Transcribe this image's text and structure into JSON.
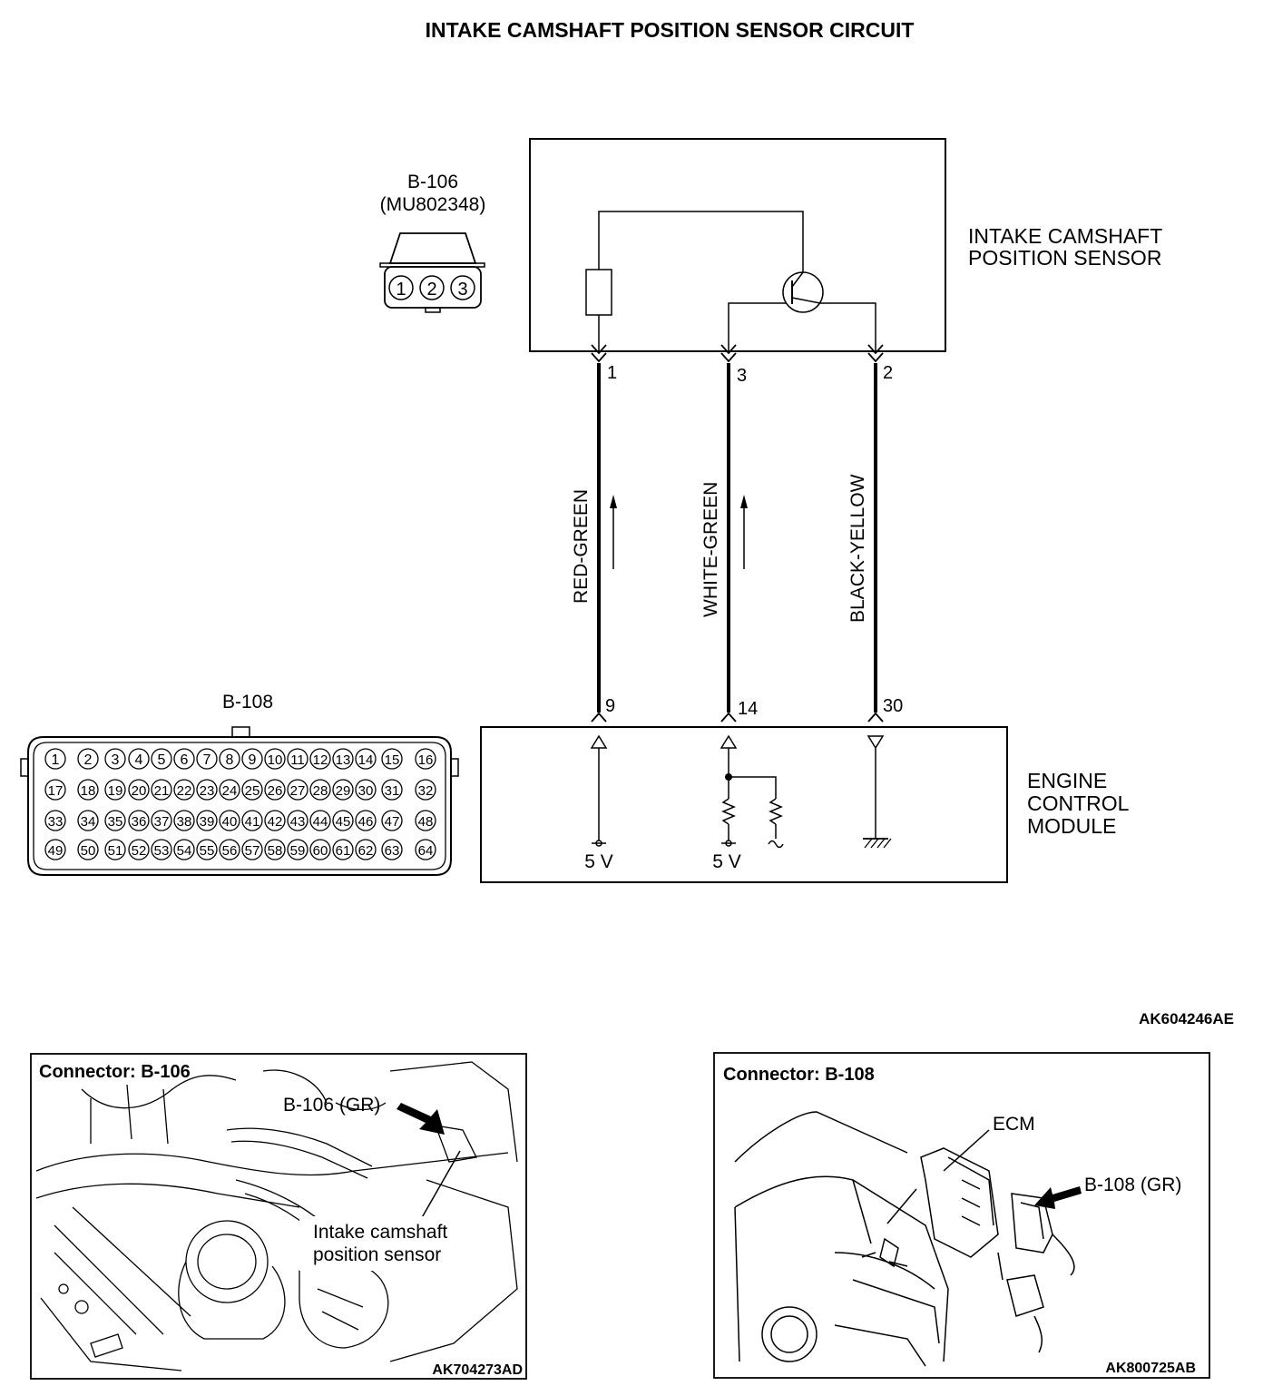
{
  "title": "INTAKE CAMSHAFT POSITION SENSOR CIRCUIT",
  "sensor": {
    "label_line1": "INTAKE CAMSHAFT",
    "label_line2": "POSITION SENSOR",
    "pins": [
      "1",
      "3",
      "2"
    ]
  },
  "connector_b106": {
    "name": "B-106",
    "part": "(MU802348)",
    "pins": [
      "1",
      "2",
      "3"
    ]
  },
  "wires": [
    {
      "color": "RED-GREEN",
      "sensor_pin": "1",
      "ecm_pin": "9"
    },
    {
      "color": "WHITE-GREEN",
      "sensor_pin": "3",
      "ecm_pin": "14"
    },
    {
      "color": "BLACK-YELLOW",
      "sensor_pin": "2",
      "ecm_pin": "30"
    }
  ],
  "ecm": {
    "label_line1": "ENGINE",
    "label_line2": "CONTROL",
    "label_line3": "MODULE",
    "supply_1": "5 V",
    "supply_2": "5 V"
  },
  "connector_b108": {
    "name": "B-108",
    "rows": [
      [
        "1",
        "2",
        "3",
        "4",
        "5",
        "6",
        "7",
        "8",
        "9",
        "10",
        "11",
        "12",
        "13",
        "14",
        "15",
        "16"
      ],
      [
        "17",
        "18",
        "19",
        "20",
        "21",
        "22",
        "23",
        "24",
        "25",
        "26",
        "27",
        "28",
        "29",
        "30",
        "31",
        "32"
      ],
      [
        "33",
        "34",
        "35",
        "36",
        "37",
        "38",
        "39",
        "40",
        "41",
        "42",
        "43",
        "44",
        "45",
        "46",
        "47",
        "48"
      ],
      [
        "49",
        "50",
        "51",
        "52",
        "53",
        "54",
        "55",
        "56",
        "57",
        "58",
        "59",
        "60",
        "61",
        "62",
        "63",
        "64"
      ]
    ]
  },
  "diagram_code": "AK604246AE",
  "panel_left": {
    "title": "Connector: B-106",
    "callout": "B-106 (GR)",
    "label_line1": "Intake camshaft",
    "label_line2": "position sensor",
    "code": "AK704273AD"
  },
  "panel_right": {
    "title": "Connector: B-108",
    "ecm_label": "ECM",
    "callout": "B-108 (GR)",
    "code": "AK800725AB"
  }
}
